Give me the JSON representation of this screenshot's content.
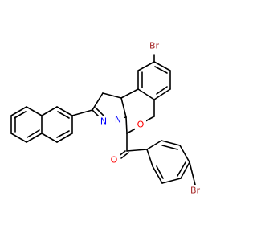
{
  "molecule": {
    "atoms": [
      {
        "id": "br_top",
        "label": "Br",
        "color": "#a62929"
      },
      {
        "id": "br_bottom",
        "label": "Br",
        "color": "#a62929"
      },
      {
        "id": "o_ring",
        "label": "O",
        "color": "#ff0000"
      },
      {
        "id": "o_carbonyl",
        "label": "O",
        "color": "#ff0000"
      },
      {
        "id": "n_imine",
        "label": "N",
        "color": "#0000ff"
      },
      {
        "id": "n_ring",
        "label": "N",
        "color": "#0000ff"
      }
    ],
    "bond_color": "#000000",
    "background": "#ffffff"
  }
}
